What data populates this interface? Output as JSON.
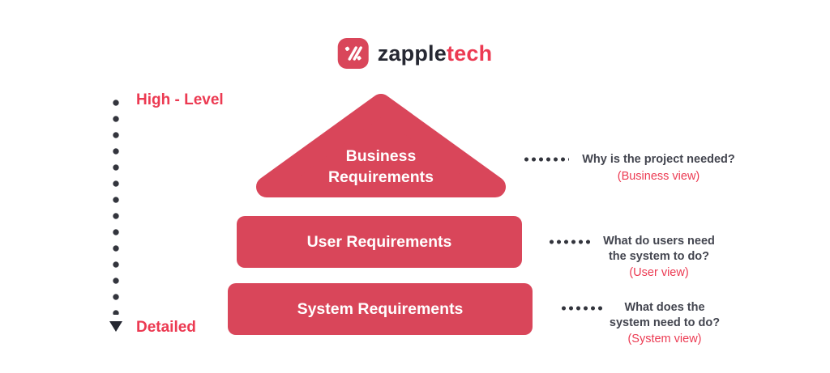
{
  "logo": {
    "brand_primary": "zapple",
    "brand_accent": "tech",
    "icon": "percent-slashes-icon"
  },
  "scale": {
    "top_label": "High - Level",
    "bottom_label": "Detailed"
  },
  "pyramid": {
    "levels": [
      {
        "id": "business",
        "label": "Business\nRequirements"
      },
      {
        "id": "user",
        "label": "User Requirements"
      },
      {
        "id": "system",
        "label": "System Requirements"
      }
    ]
  },
  "annotations": [
    {
      "question": "Why is the project needed?",
      "view": "(Business view)"
    },
    {
      "question": "What do users need\nthe system to do?",
      "view": "(User view)"
    },
    {
      "question": "What does the\nsystem need to do?",
      "view": "(System view)"
    }
  ],
  "colors": {
    "shape": "#D9465A",
    "accent": "#EC3A52",
    "dark": "#262832",
    "anno": "#43454F",
    "dots": "#33353D",
    "bg": "#FFFFFF"
  }
}
